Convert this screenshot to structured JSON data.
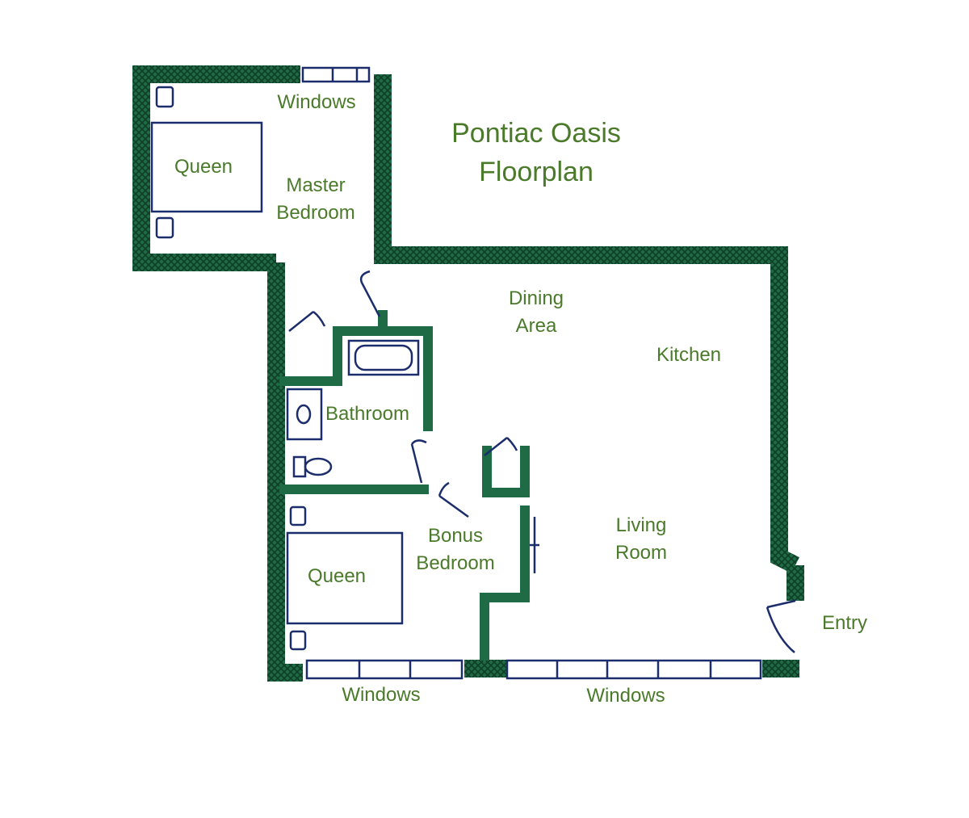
{
  "title": {
    "line1": "Pontiac Oasis",
    "line2": "Floorplan"
  },
  "rooms": {
    "master_windows": "Windows",
    "master_bed": "Queen",
    "master_bedroom": {
      "line1": "Master",
      "line2": "Bedroom"
    },
    "dining_area": {
      "line1": "Dining",
      "line2": "Area"
    },
    "kitchen": "Kitchen",
    "bathroom": "Bathroom",
    "bonus_bedroom": {
      "line1": "Bonus",
      "line2": "Bedroom"
    },
    "bonus_bed": "Queen",
    "living_room": {
      "line1": "Living",
      "line2": "Room"
    },
    "entry": "Entry",
    "bottom_left_windows": "Windows",
    "bottom_right_windows": "Windows"
  },
  "colors": {
    "wall": "#1f6b45",
    "wall_dark": "#0f3d26",
    "ink": "#1b2d6b",
    "label": "#4a7a2a"
  }
}
